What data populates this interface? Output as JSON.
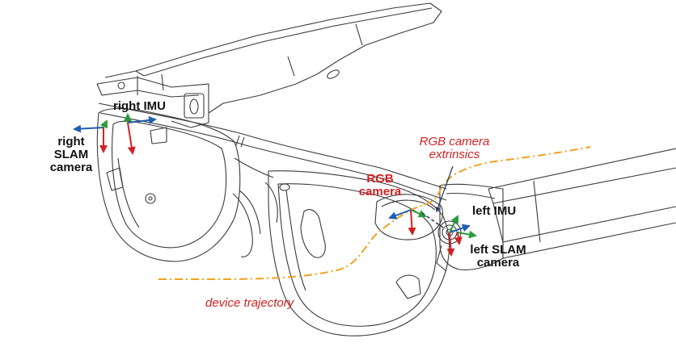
{
  "colors": {
    "line": "#3a3a3a",
    "axis_x": "#1f5fb0",
    "axis_y": "#d42020",
    "axis_z": "#2a9b3a",
    "trajectory": "#f0a020",
    "label_accent": "#d42020"
  },
  "labels": {
    "right_imu": "right IMU",
    "right_slam_camera": [
      "right",
      "SLAM",
      "camera"
    ],
    "rgb_camera": [
      "RGB",
      "camera"
    ],
    "rgb_camera_extrinsics": [
      "RGB camera",
      "extrinsics"
    ],
    "left_imu": "left IMU",
    "left_slam_camera": [
      "left SLAM",
      "camera"
    ],
    "device_trajectory": "device trajectory"
  }
}
